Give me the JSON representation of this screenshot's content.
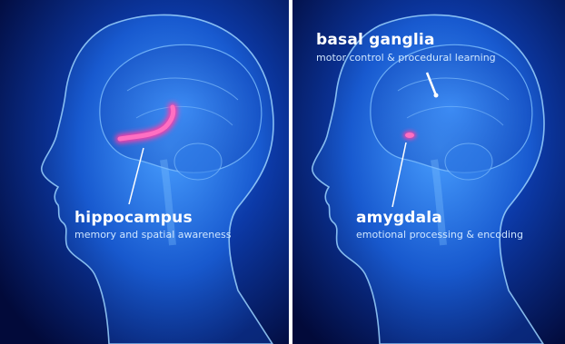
{
  "panels": [
    {
      "structure": "hippocampus",
      "title": "hippocampus",
      "description": "memory and spatial awareness"
    },
    {
      "structure": "amygdala",
      "title": "amygdala",
      "description": "emotional processing & encoding"
    },
    {
      "structure": "basal ganglia",
      "title": "basal ganglia",
      "description": "motor control & procedural learning"
    }
  ],
  "colors": {
    "background_dark": "#020a3a",
    "background_glow": "#1f6be0",
    "head_fill": "#1a5fd6",
    "head_outline": "#9cd3ff",
    "highlight": "#ff3da8",
    "divider": "#ffffff"
  }
}
